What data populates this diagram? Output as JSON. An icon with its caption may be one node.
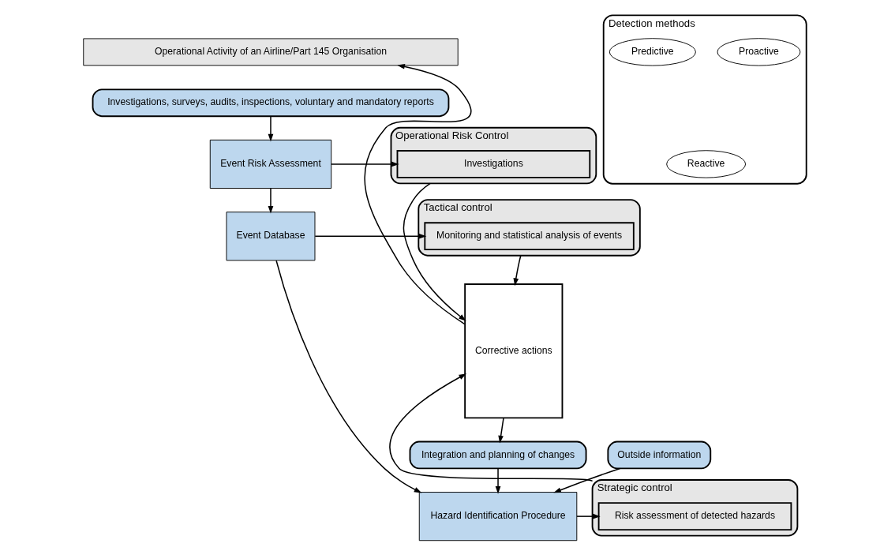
{
  "diagram": {
    "nodes": [
      {
        "text": [
          "Operational Activity of an Airline/Part 145 Organisation"
        ]
      },
      {
        "text": [
          "Investigations, surveys, audits, inspections, voluntary and mandatory reports"
        ]
      },
      {
        "text": [
          "Detection methods"
        ]
      },
      {
        "text": [
          "Reactive"
        ],
        "in": 2
      },
      {
        "text": [
          "Proactive"
        ],
        "in": 2
      },
      {
        "text": [
          "Predictive"
        ],
        "in": 2
      },
      {
        "text": [
          "Event Risk Assessment"
        ]
      },
      {
        "text": [
          "Operational Risk Control"
        ]
      },
      {
        "text": [
          "Investigations"
        ],
        "in": 7
      },
      {
        "text": [
          "Event Database"
        ]
      },
      {
        "text": [
          "Tactical control"
        ]
      },
      {
        "text": [
          "Monitoring and statistical analysis of events"
        ],
        "in": 10
      },
      {
        "text": [
          "Hazard Identification Procedure"
        ]
      },
      {
        "text": [
          "Strategic control"
        ]
      },
      {
        "text": [
          "Risk assessment of detected hazards"
        ],
        "in": 13
      },
      {
        "text": [
          "Corrective actions"
        ]
      },
      {
        "text": [
          "Outside information"
        ]
      },
      {
        "text": [
          "Integration and planning of changes"
        ]
      }
    ],
    "edges": [
      {
        "from": 1,
        "to": 6,
        "arrow": "to"
      },
      {
        "from": 6,
        "to": 9,
        "arrow": "to"
      },
      {
        "from": 9,
        "to": 12,
        "arrow": "to"
      },
      {
        "from": 6,
        "to": 8,
        "arrow": "to"
      },
      {
        "from": 9,
        "to": 11,
        "arrow": "to"
      },
      {
        "from": 12,
        "to": 14,
        "arrow": "to"
      },
      {
        "from": 7,
        "to": 15,
        "arrow": "to"
      },
      {
        "from": 10,
        "to": 15,
        "arrow": "to"
      },
      {
        "from": 13,
        "to": 15,
        "arrow": "to"
      },
      {
        "from": 15,
        "to": 0,
        "arrow": "to"
      },
      {
        "from": 15,
        "to": 17,
        "arrow": "to"
      },
      {
        "from": 16,
        "to": 12,
        "arrow": "to"
      },
      {
        "from": 17,
        "to": 12,
        "arrow": "to"
      }
    ]
  }
}
